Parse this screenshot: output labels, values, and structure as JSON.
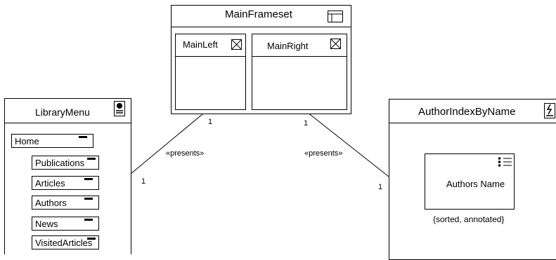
{
  "main_frameset": {
    "title": "MainFrameset",
    "icon": "frameset-icon",
    "frames": [
      {
        "label": "MainLeft",
        "icon": "frame-icon"
      },
      {
        "label": "MainRight",
        "icon": "frame-icon"
      }
    ]
  },
  "library_menu": {
    "title": "LibraryMenu",
    "icon": "page-icon",
    "items": [
      {
        "label": "Home"
      },
      {
        "label": "Publications"
      },
      {
        "label": "Articles"
      },
      {
        "label": "Authors"
      },
      {
        "label": "News"
      },
      {
        "label": "VisitedArticles"
      }
    ]
  },
  "author_index": {
    "title": "AuthorIndexByName",
    "icon": "dynamic-page-icon",
    "index": {
      "label": "Authors Name",
      "icon": "index-list-icon"
    },
    "constraint": "{sorted, annotated}"
  },
  "associations": [
    {
      "stereotype": "«presents»",
      "multiplicity_source": "1",
      "multiplicity_target": "1"
    },
    {
      "stereotype": "«presents»",
      "multiplicity_source": "1",
      "multiplicity_target": "1"
    }
  ]
}
